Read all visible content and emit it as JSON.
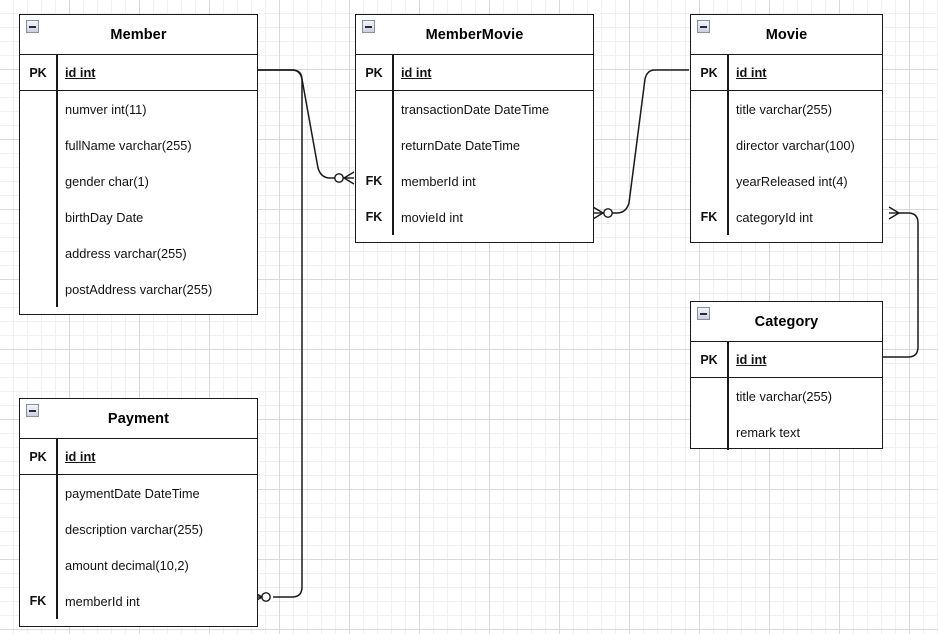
{
  "diagram": {
    "type": "entity-relationship-diagram",
    "background": "grid",
    "colors": {
      "entity_border": "#1a1a1a",
      "entity_fill": "#ffffff",
      "text": "#121212",
      "grid_minor": "#f0f0f0",
      "grid_major": "#d9d9d9",
      "connector": "#1a1a1a"
    },
    "icons": {
      "collapse": "minus-box-icon"
    },
    "entities": [
      {
        "id": "member",
        "name": "Member",
        "pk": {
          "key": "PK",
          "attribute": "id int"
        },
        "attributes": [
          {
            "key": "",
            "attribute": "numver int(11)"
          },
          {
            "key": "",
            "attribute": "fullName varchar(255)"
          },
          {
            "key": "",
            "attribute": "gender char(1)"
          },
          {
            "key": "",
            "attribute": "birthDay Date"
          },
          {
            "key": "",
            "attribute": "address varchar(255)"
          },
          {
            "key": "",
            "attribute": "postAddress varchar(255)"
          }
        ]
      },
      {
        "id": "membermovie",
        "name": "MemberMovie",
        "pk": {
          "key": "PK",
          "attribute": "id int"
        },
        "attributes": [
          {
            "key": "",
            "attribute": "transactionDate DateTime"
          },
          {
            "key": "",
            "attribute": "returnDate DateTime"
          },
          {
            "key": "FK",
            "attribute": "memberId int"
          },
          {
            "key": "FK",
            "attribute": "movieId int"
          }
        ]
      },
      {
        "id": "movie",
        "name": "Movie",
        "pk": {
          "key": "PK",
          "attribute": "id int"
        },
        "attributes": [
          {
            "key": "",
            "attribute": "title varchar(255)"
          },
          {
            "key": "",
            "attribute": "director varchar(100)"
          },
          {
            "key": "",
            "attribute": "yearReleased int(4)"
          },
          {
            "key": "FK",
            "attribute": "categoryId int"
          }
        ]
      },
      {
        "id": "category",
        "name": "Category",
        "pk": {
          "key": "PK",
          "attribute": "id int"
        },
        "attributes": [
          {
            "key": "",
            "attribute": "title varchar(255)"
          },
          {
            "key": "",
            "attribute": "remark text"
          }
        ]
      },
      {
        "id": "payment",
        "name": "Payment",
        "pk": {
          "key": "PK",
          "attribute": "id int"
        },
        "attributes": [
          {
            "key": "",
            "attribute": "paymentDate DateTime"
          },
          {
            "key": "",
            "attribute": "description varchar(255)"
          },
          {
            "key": "",
            "attribute": "amount decimal(10,2)"
          },
          {
            "key": "FK",
            "attribute": "memberId int"
          }
        ]
      }
    ],
    "relationships": [
      {
        "from": "Member.id",
        "to": "MemberMovie.memberId",
        "from_marker": "none",
        "to_marker": "crowsfoot-optional"
      },
      {
        "from": "Movie.id",
        "to": "MemberMovie.movieId",
        "from_marker": "none",
        "to_marker": "crowsfoot-optional"
      },
      {
        "from": "Movie.categoryId",
        "to": "Category.id",
        "from_marker": "crowsfoot",
        "to_marker": "none"
      },
      {
        "from": "Member.id",
        "to": "Payment.memberId",
        "from_marker": "none",
        "to_marker": "crowsfoot-optional"
      }
    ]
  }
}
